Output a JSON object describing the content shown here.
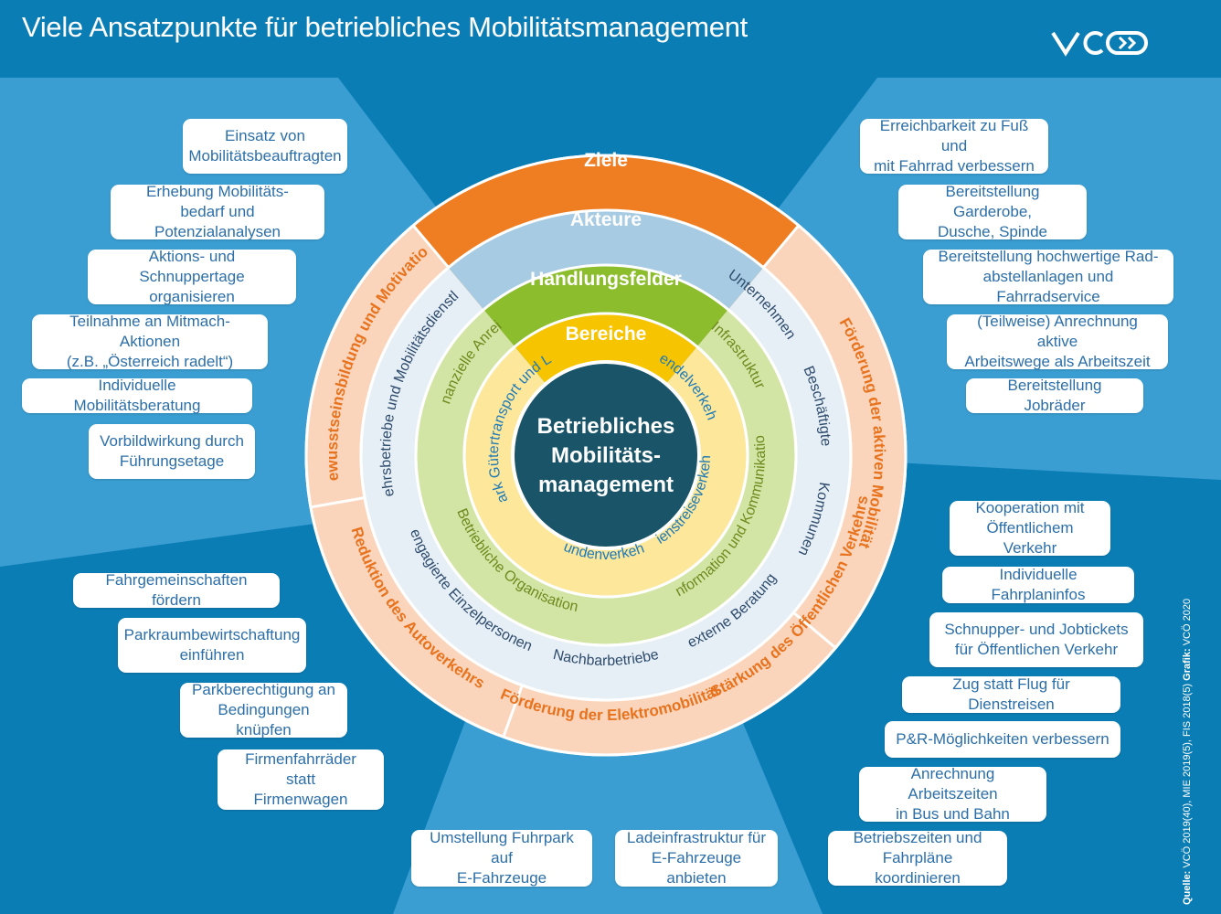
{
  "title": "Viele Ansatzpunkte für betriebliches Mobilitätsmanagement",
  "logo": {
    "text": "VCÖ",
    "icon": "vco-logo"
  },
  "colors": {
    "background_dark": "#0b7db5",
    "background_light": "#3a9ed2",
    "ziele": "#ef7d22",
    "akteure": "#a7cbe3",
    "handlungsfelder": "#8cbd2c",
    "bereiche": "#f6c400",
    "center": "#1a5468",
    "outer_ring": "#fbd5bb",
    "akteure_ring": "#e6eff6",
    "handlungs_ring": "#d3e5a4",
    "bereiche_ring": "#fde79a"
  },
  "center": {
    "line1": "Betriebliches",
    "line2": "Mobilitäts-",
    "line3": "management"
  },
  "sector_labels": {
    "ziele": "Ziele",
    "akteure": "Akteure",
    "handlungsfelder": "Handlungsfelder",
    "bereiche": "Bereiche"
  },
  "ziele": [
    "Bewusstseinsbildung und Motivation",
    "Förderung der aktiven Mobilität",
    "Stärkung des Öffentlichen Verkehrs",
    "Förderung der Elektromobilität",
    "Reduktion des Autoverkehrs"
  ],
  "akteure": [
    "Verkehrsbetriebe und Mobilitätsdienstleister",
    "Unternehmen",
    "Beschäftigte",
    "Kommunen",
    "externe Beratung",
    "Nachbarbetriebe",
    "engagierte Einzelpersonen"
  ],
  "handlungsfelder": [
    "Finanzielle Anreize",
    "Infrastruktur",
    "Information und Kommunikation",
    "Betriebliche Organisation"
  ],
  "bereiche": [
    "Fuhrpark Gütertransport und Logistik",
    "Pendelverkehr",
    "Dienstreiseverkehr",
    "Kundenverkehr"
  ],
  "left_top_boxes": [
    "Einsatz von\nMobilitätsbeauftragten",
    "Erhebung Mobilitäts-\nbedarf und Potenzialanalysen",
    "Aktions- und Schnuppertage\norganisieren",
    "Teilnahme an Mitmach-Aktionen\n(z.B. „Österreich radelt“)",
    "Individuelle Mobilitätsberatung",
    "Vorbildwirkung durch\nFührungsetage"
  ],
  "right_top_boxes": [
    "Erreichbarkeit zu Fuß und\nmit Fahrrad verbessern",
    "Bereitstellung Garderobe,\nDusche, Spinde",
    "Bereitstellung hochwertige Rad-\nabstellanlagen und Fahrradservice",
    "(Teilweise) Anrechnung aktive\nArbeitswege als Arbeitszeit",
    "Bereitstellung Jobräder"
  ],
  "left_bottom_boxes": [
    "Fahrgemeinschaften fördern",
    "Parkraumbewirtschaftung\neinführen",
    "Parkberechtigung an\nBedingungen knüpfen",
    "Firmenfahrräder statt\nFirmenwagen"
  ],
  "bottom_boxes": [
    "Umstellung Fuhrpark auf\nE-Fahrzeuge",
    "Ladeinfrastruktur für\nE-Fahrzeuge anbieten"
  ],
  "right_bottom_boxes": [
    "Kooperation mit\nÖffentlichem Verkehr",
    "Individuelle Fahrplaninfos",
    "Schnupper- und Jobtickets\nfür Öffentlichen Verkehr",
    "Zug statt Flug für Dienstreisen",
    "P&R-Möglichkeiten verbessern",
    "Anrechnung Arbeitszeiten\nin Bus und Bahn",
    "Betriebszeiten und\nFahrpläne koordinieren"
  ],
  "source": {
    "label_quelle": "Quelle:",
    "text_quelle": " VCÖ 2019(40), MIE 2019(5), FIS 2018(5) ",
    "label_grafik": "Grafik:",
    "text_grafik": " VCÖ 2020"
  }
}
